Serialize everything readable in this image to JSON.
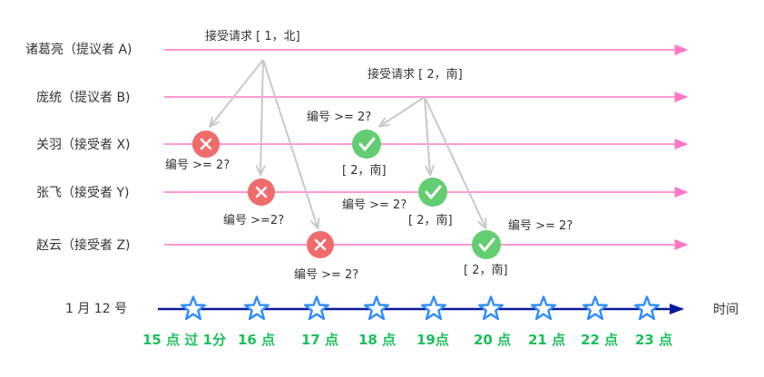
{
  "colors": {
    "timeline": "#ff77c4",
    "arrow_gray": "#c8c8c8",
    "reject": "#f06b6b",
    "accept": "#62cd71",
    "axis": "#0a1a9c",
    "star": "#2f8cff",
    "hour_text": "#19c15a"
  },
  "roles": [
    {
      "label": "诸葛亮（提议者 A)"
    },
    {
      "label": "庞统（提议者 B)"
    },
    {
      "label": "关羽（接受者 X)"
    },
    {
      "label": "张飞（接受者 Y)"
    },
    {
      "label": "赵云（接受者 Z)"
    }
  ],
  "requests": [
    {
      "label": "接受请求 [ 1，北]"
    },
    {
      "label": "接受请求 [ 2，南]"
    }
  ],
  "notes": {
    "x_reject": "编号 >= 2?",
    "y_reject": "编号 >=2?",
    "z_reject": "编号 >= 2?",
    "x_accept": "编号 >= 2?",
    "y_accept": "编号 >= 2?",
    "z_accept": "编号 >= 2?",
    "x_result": "[ 2，南]",
    "y_result": "[ 2，南]",
    "z_result": "[ 2，南]"
  },
  "timeline": {
    "date": "1 月 12 号",
    "axis_label": "时间",
    "hours": [
      "15 点 过 1分",
      "16 点",
      "17 点",
      "18 点",
      "19点",
      "20 点",
      "21 点",
      "22 点",
      "23 点"
    ]
  },
  "icons": {
    "reject": "x-circle-icon",
    "accept": "check-circle-icon",
    "hour_marker": "star-icon"
  }
}
